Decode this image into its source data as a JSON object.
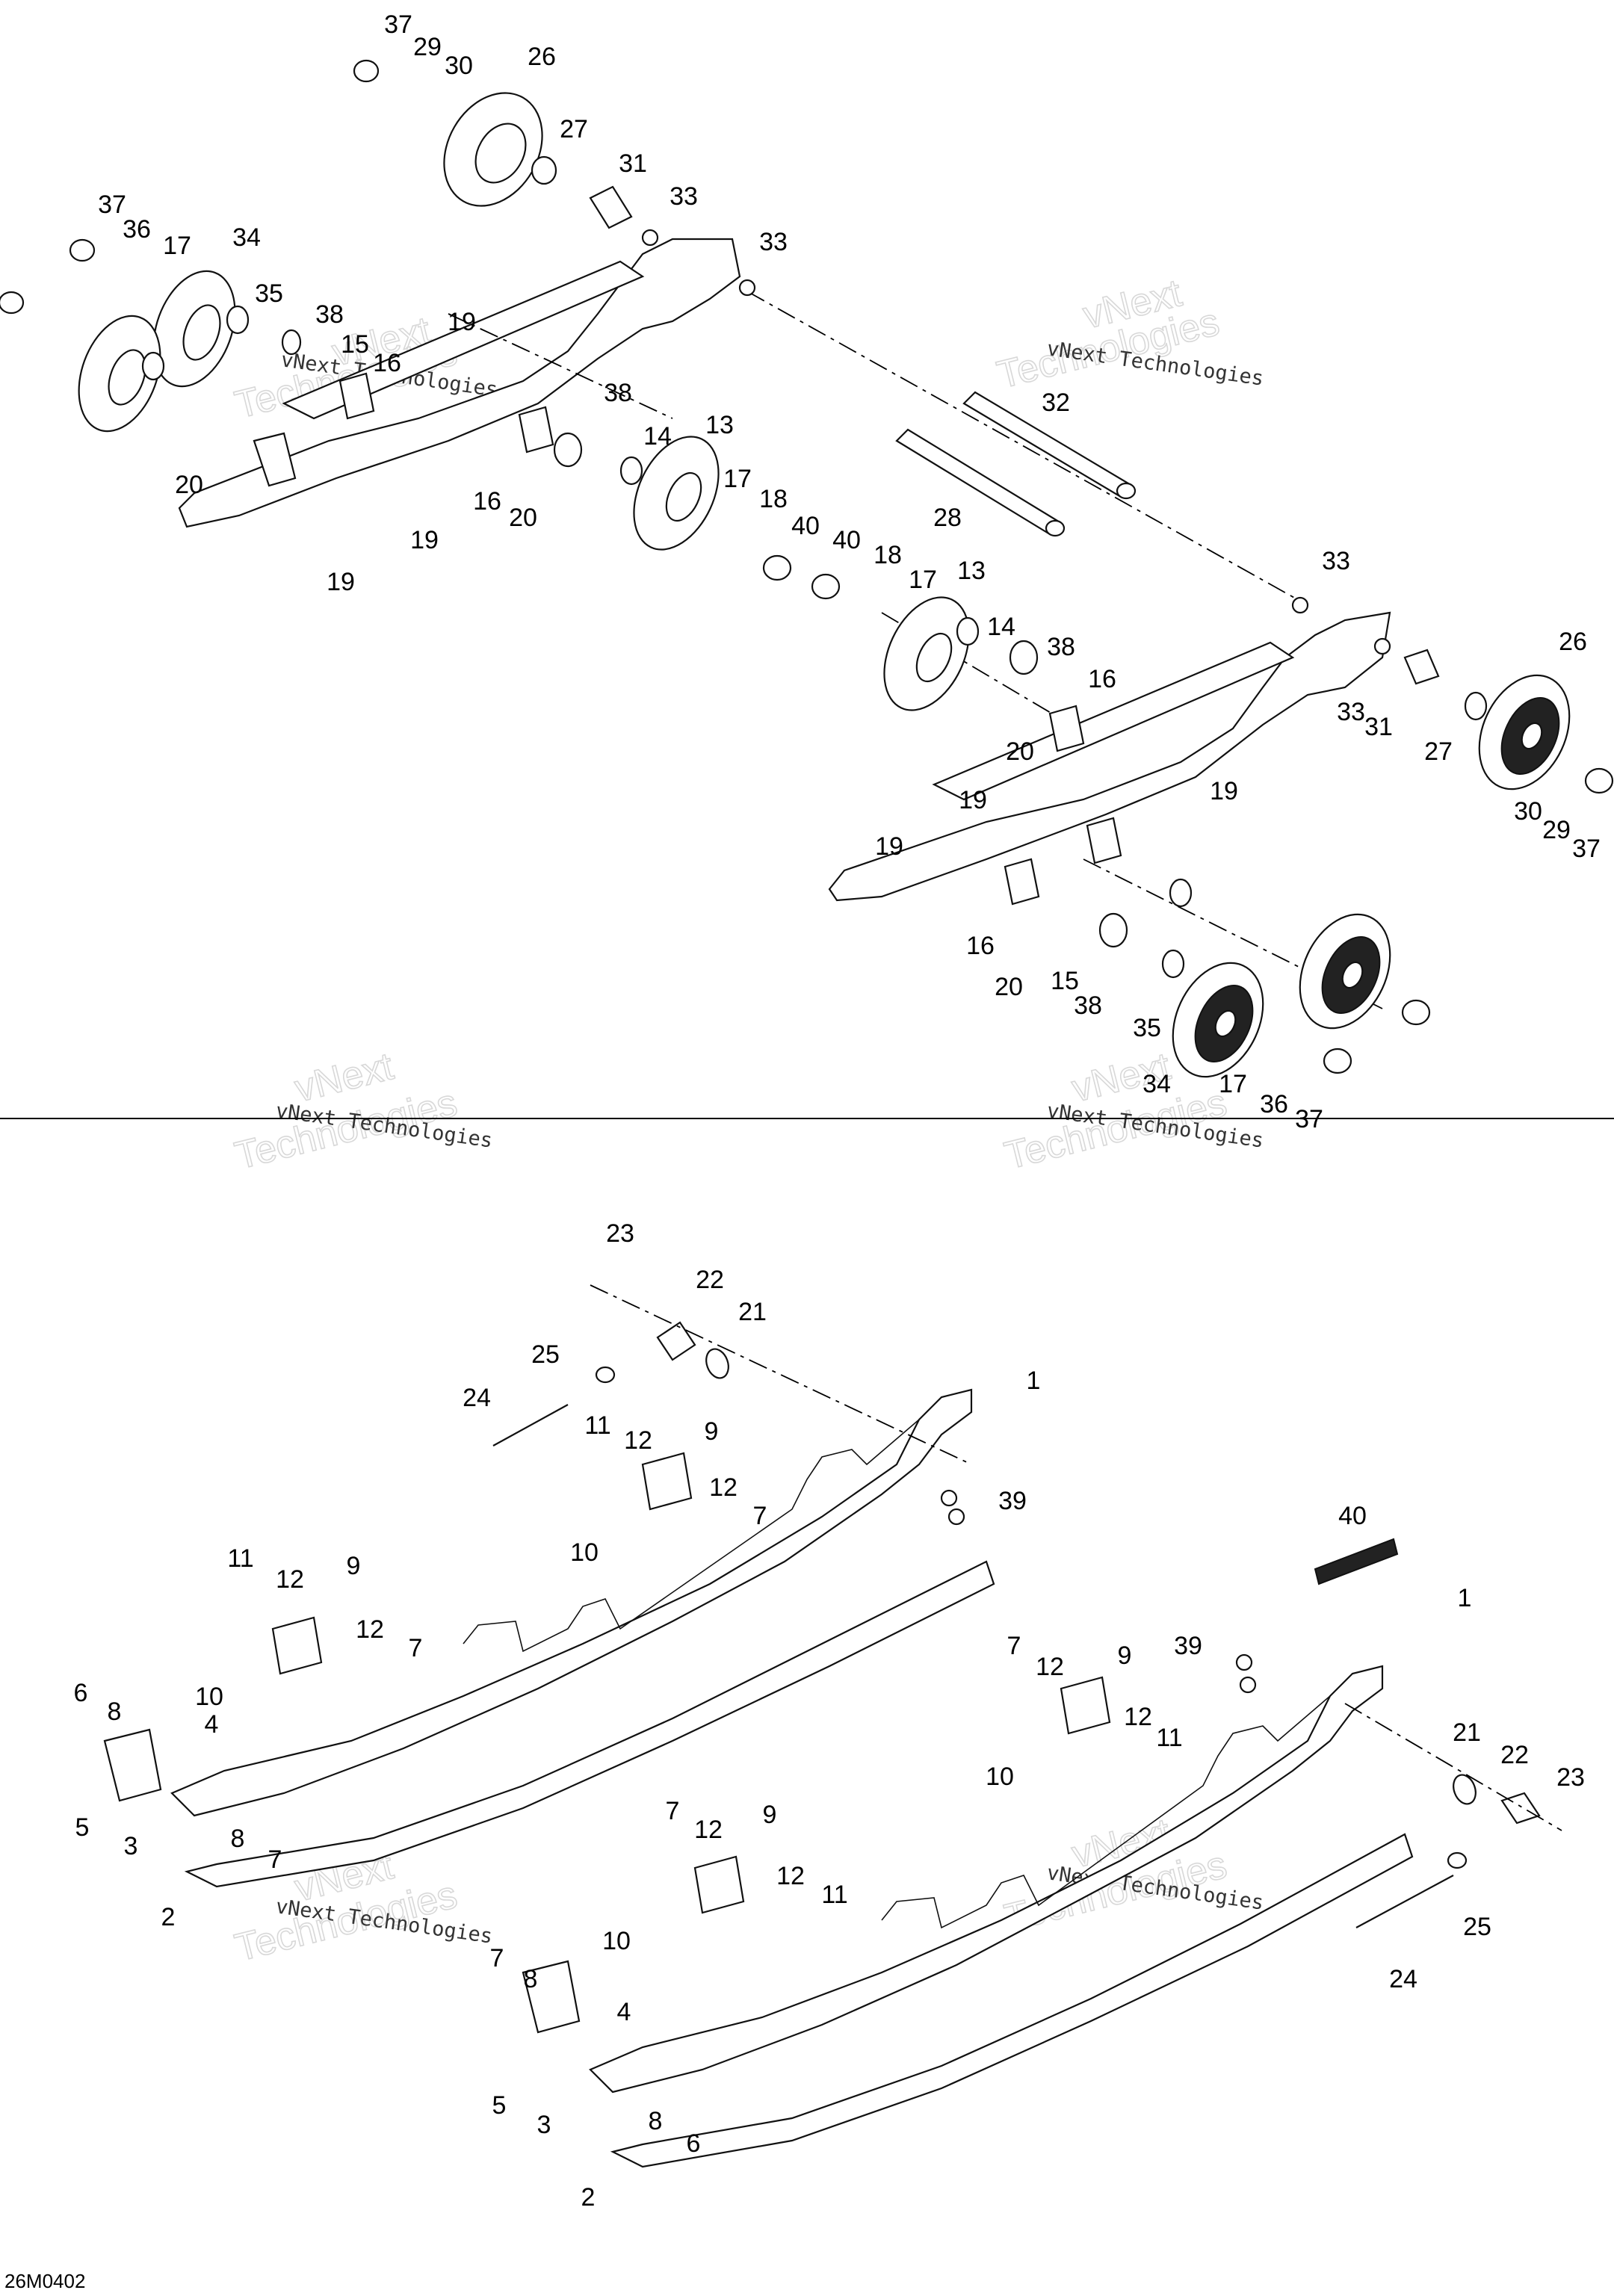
{
  "drawing_code": "26M0402",
  "watermark": {
    "company": "vNext Technologies",
    "word1": "vNext",
    "word2": "Technologies"
  },
  "callouts": [
    {
      "id": "c1",
      "label": "37"
    },
    {
      "id": "c2",
      "label": "29"
    },
    {
      "id": "c3",
      "label": "30"
    },
    {
      "id": "c4",
      "label": "26"
    },
    {
      "id": "c5",
      "label": "27"
    },
    {
      "id": "c6",
      "label": "31"
    },
    {
      "id": "c7",
      "label": "33"
    },
    {
      "id": "c8",
      "label": "33"
    },
    {
      "id": "c9",
      "label": "37"
    },
    {
      "id": "c10",
      "label": "36"
    },
    {
      "id": "c11",
      "label": "17"
    },
    {
      "id": "c12",
      "label": "34"
    },
    {
      "id": "c13",
      "label": "35"
    },
    {
      "id": "c14",
      "label": "38"
    },
    {
      "id": "c15",
      "label": "15"
    },
    {
      "id": "c16",
      "label": "16"
    },
    {
      "id": "c17",
      "label": "19"
    },
    {
      "id": "c18",
      "label": "20"
    },
    {
      "id": "c19",
      "label": "19"
    },
    {
      "id": "c20",
      "label": "19"
    },
    {
      "id": "c21",
      "label": "38"
    },
    {
      "id": "c22",
      "label": "14"
    },
    {
      "id": "c23",
      "label": "13"
    },
    {
      "id": "c24",
      "label": "16"
    },
    {
      "id": "c25",
      "label": "20"
    },
    {
      "id": "c26",
      "label": "17"
    },
    {
      "id": "c27",
      "label": "18"
    },
    {
      "id": "c28",
      "label": "40"
    },
    {
      "id": "c29",
      "label": "32"
    },
    {
      "id": "c30",
      "label": "28"
    },
    {
      "id": "c31",
      "label": "40"
    },
    {
      "id": "c32",
      "label": "18"
    },
    {
      "id": "c33",
      "label": "17"
    },
    {
      "id": "c34",
      "label": "13"
    },
    {
      "id": "c35",
      "label": "14"
    },
    {
      "id": "c36",
      "label": "38"
    },
    {
      "id": "c37",
      "label": "16"
    },
    {
      "id": "c38",
      "label": "33"
    },
    {
      "id": "c39",
      "label": "26"
    },
    {
      "id": "c40",
      "label": "33"
    },
    {
      "id": "c41",
      "label": "31"
    },
    {
      "id": "c42",
      "label": "27"
    },
    {
      "id": "c43",
      "label": "20"
    },
    {
      "id": "c44",
      "label": "19"
    },
    {
      "id": "c45",
      "label": "19"
    },
    {
      "id": "c46",
      "label": "19"
    },
    {
      "id": "c47",
      "label": "30"
    },
    {
      "id": "c48",
      "label": "29"
    },
    {
      "id": "c49",
      "label": "37"
    },
    {
      "id": "c50",
      "label": "16"
    },
    {
      "id": "c51",
      "label": "20"
    },
    {
      "id": "c52",
      "label": "15"
    },
    {
      "id": "c53",
      "label": "38"
    },
    {
      "id": "c54",
      "label": "35"
    },
    {
      "id": "c55",
      "label": "34"
    },
    {
      "id": "c56",
      "label": "17"
    },
    {
      "id": "c57",
      "label": "36"
    },
    {
      "id": "c58",
      "label": "37"
    },
    {
      "id": "c59",
      "label": "23"
    },
    {
      "id": "c60",
      "label": "22"
    },
    {
      "id": "c61",
      "label": "21"
    },
    {
      "id": "c62",
      "label": "25"
    },
    {
      "id": "c63",
      "label": "24"
    },
    {
      "id": "c64",
      "label": "1"
    },
    {
      "id": "c65",
      "label": "11"
    },
    {
      "id": "c66",
      "label": "12"
    },
    {
      "id": "c67",
      "label": "9"
    },
    {
      "id": "c68",
      "label": "39"
    },
    {
      "id": "c69",
      "label": "12"
    },
    {
      "id": "c70",
      "label": "7"
    },
    {
      "id": "c71",
      "label": "10"
    },
    {
      "id": "c72",
      "label": "11"
    },
    {
      "id": "c73",
      "label": "12"
    },
    {
      "id": "c74",
      "label": "9"
    },
    {
      "id": "c75",
      "label": "12"
    },
    {
      "id": "c76",
      "label": "7"
    },
    {
      "id": "c77",
      "label": "10"
    },
    {
      "id": "c78",
      "label": "4"
    },
    {
      "id": "c79",
      "label": "6"
    },
    {
      "id": "c80",
      "label": "8"
    },
    {
      "id": "c81",
      "label": "5"
    },
    {
      "id": "c82",
      "label": "3"
    },
    {
      "id": "c83",
      "label": "8"
    },
    {
      "id": "c84",
      "label": "7"
    },
    {
      "id": "c85",
      "label": "2"
    },
    {
      "id": "c86",
      "label": "40"
    },
    {
      "id": "c87",
      "label": "1"
    },
    {
      "id": "c88",
      "label": "7"
    },
    {
      "id": "c89",
      "label": "12"
    },
    {
      "id": "c90",
      "label": "9"
    },
    {
      "id": "c91",
      "label": "39"
    },
    {
      "id": "c92",
      "label": "12"
    },
    {
      "id": "c93",
      "label": "11"
    },
    {
      "id": "c94",
      "label": "10"
    },
    {
      "id": "c95",
      "label": "21"
    },
    {
      "id": "c96",
      "label": "22"
    },
    {
      "id": "c97",
      "label": "23"
    },
    {
      "id": "c98",
      "label": "7"
    },
    {
      "id": "c99",
      "label": "12"
    },
    {
      "id": "c100",
      "label": "9"
    },
    {
      "id": "c101",
      "label": "12"
    },
    {
      "id": "c102",
      "label": "11"
    },
    {
      "id": "c103",
      "label": "10"
    },
    {
      "id": "c104",
      "label": "7"
    },
    {
      "id": "c105",
      "label": "8"
    },
    {
      "id": "c106",
      "label": "4"
    },
    {
      "id": "c107",
      "label": "5"
    },
    {
      "id": "c108",
      "label": "3"
    },
    {
      "id": "c109",
      "label": "8"
    },
    {
      "id": "c110",
      "label": "6"
    },
    {
      "id": "c111",
      "label": "25"
    },
    {
      "id": "c112",
      "label": "24"
    },
    {
      "id": "c113",
      "label": "2"
    }
  ]
}
